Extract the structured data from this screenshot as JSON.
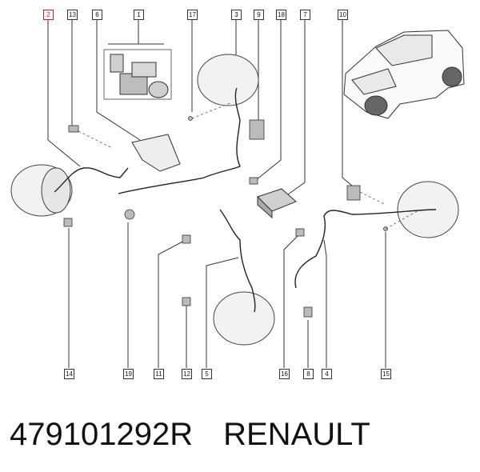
{
  "callouts": {
    "c2": "2",
    "c13": "13",
    "c6": "6",
    "c1": "1",
    "c17": "17",
    "c3": "3",
    "c9": "9",
    "c18": "18",
    "c7": "7",
    "c10": "10",
    "c14": "14",
    "c19": "19",
    "c11": "11",
    "c12": "12",
    "c5": "5",
    "c16": "16",
    "c8": "8",
    "c4": "4",
    "c15": "15"
  },
  "footer": {
    "part_number": "479101292R",
    "brand": "RENAULT"
  },
  "colors": {
    "highlight": "#d11a1a",
    "line": "#333333"
  }
}
